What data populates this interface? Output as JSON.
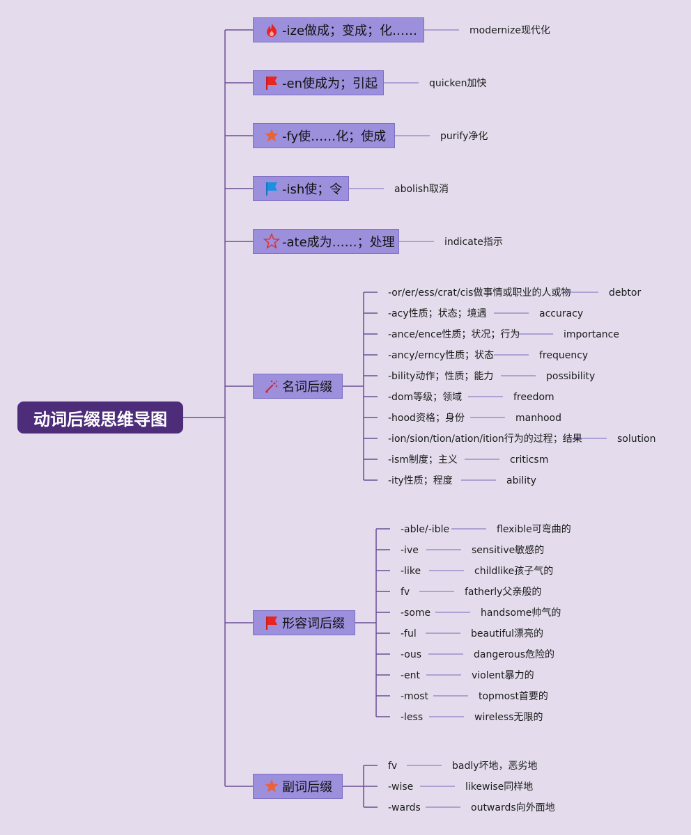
{
  "root": {
    "title": "动词后缀思维导图"
  },
  "verb_branches": [
    {
      "label": "-ize做成；变成；化……",
      "icon": "fire-icon",
      "example": "modernize现代化"
    },
    {
      "label": "-en使成为；引起",
      "icon": "red-flag-icon",
      "example": "quicken加快"
    },
    {
      "label": "-fy使……化；使成",
      "icon": "orange-star-icon",
      "example": "purify净化"
    },
    {
      "label": "-ish使；令",
      "icon": "blue-flag-icon",
      "example": "abolish取消"
    },
    {
      "label": "-ate成为……；处理",
      "icon": "outline-star-icon",
      "example": "indicate指示"
    }
  ],
  "noun_branch": {
    "label": "名词后缀",
    "icon": "fireworks-icon",
    "items": [
      {
        "suffix": "-or/er/ess/crat/cis做事情或职业的人或物",
        "example": "debtor"
      },
      {
        "suffix": "-acy性质；状态；境遇",
        "example": "accuracy"
      },
      {
        "suffix": "-ance/ence性质；状况；行为",
        "example": "importance"
      },
      {
        "suffix": "-ancy/erncy性质；状态",
        "example": "frequency"
      },
      {
        "suffix": "-bility动作；性质；能力",
        "example": "possibility"
      },
      {
        "suffix": "-dom等级；领域",
        "example": "freedom"
      },
      {
        "suffix": "-hood资格；身份",
        "example": "manhood"
      },
      {
        "suffix": "-ion/sion/tion/ation/ition行为的过程；结果",
        "example": "solution"
      },
      {
        "suffix": "-ism制度；主义",
        "example": "criticsm"
      },
      {
        "suffix": "-ity性质；程度",
        "example": "ability"
      }
    ]
  },
  "adj_branch": {
    "label": "形容词后缀",
    "icon": "red-flag-icon",
    "items": [
      {
        "suffix": "-able/-ible",
        "example": "flexible可弯曲的"
      },
      {
        "suffix": "-ive",
        "example": "sensitive敏感的"
      },
      {
        "suffix": "-like",
        "example": "childlike孩子气的"
      },
      {
        "suffix": "fv",
        "example": "fatherly父亲般的"
      },
      {
        "suffix": "-some",
        "example": "handsome帅气的"
      },
      {
        "suffix": "-ful",
        "example": "beautiful漂亮的"
      },
      {
        "suffix": "-ous",
        "example": "dangerous危险的"
      },
      {
        "suffix": "-ent",
        "example": "violent暴力的"
      },
      {
        "suffix": "-most",
        "example": "topmost首要的"
      },
      {
        "suffix": "-less",
        "example": "wireless无限的"
      }
    ]
  },
  "adv_branch": {
    "label": "副词后缀",
    "icon": "orange-star-icon",
    "items": [
      {
        "suffix": "fv",
        "example": "badly坏地，恶劣地"
      },
      {
        "suffix": "-wise",
        "example": "likewise同样地"
      },
      {
        "suffix": "-wards",
        "example": "outwards向外面地"
      }
    ]
  },
  "colors": {
    "background": "#e4dcec",
    "root": "#4d2d7a",
    "branch": "#9c8fdc",
    "line": "#6a4e96"
  }
}
